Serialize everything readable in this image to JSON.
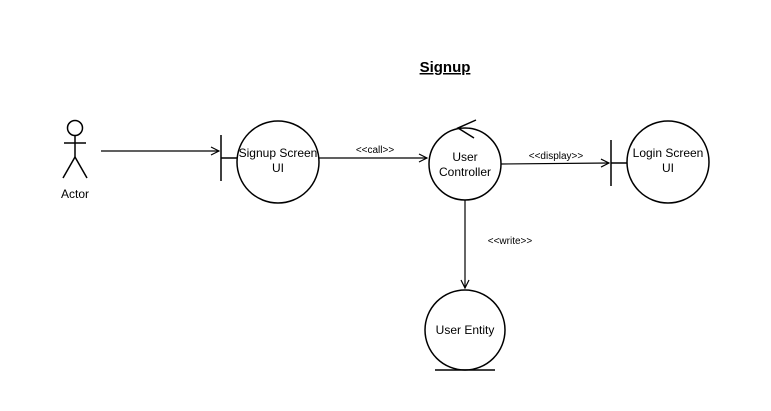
{
  "diagram": {
    "title": "Signup",
    "actor": {
      "label": "Actor"
    },
    "signup_screen": {
      "line1": "Signup Screen",
      "line2": "UI"
    },
    "user_controller": {
      "line1": "User",
      "line2": "Controller"
    },
    "login_screen": {
      "line1": "Login Screen",
      "line2": "UI"
    },
    "user_entity": {
      "label": "User Entity"
    },
    "edges": {
      "call": "<<call>>",
      "display": "<<display>>",
      "write": "<<write>>"
    }
  }
}
